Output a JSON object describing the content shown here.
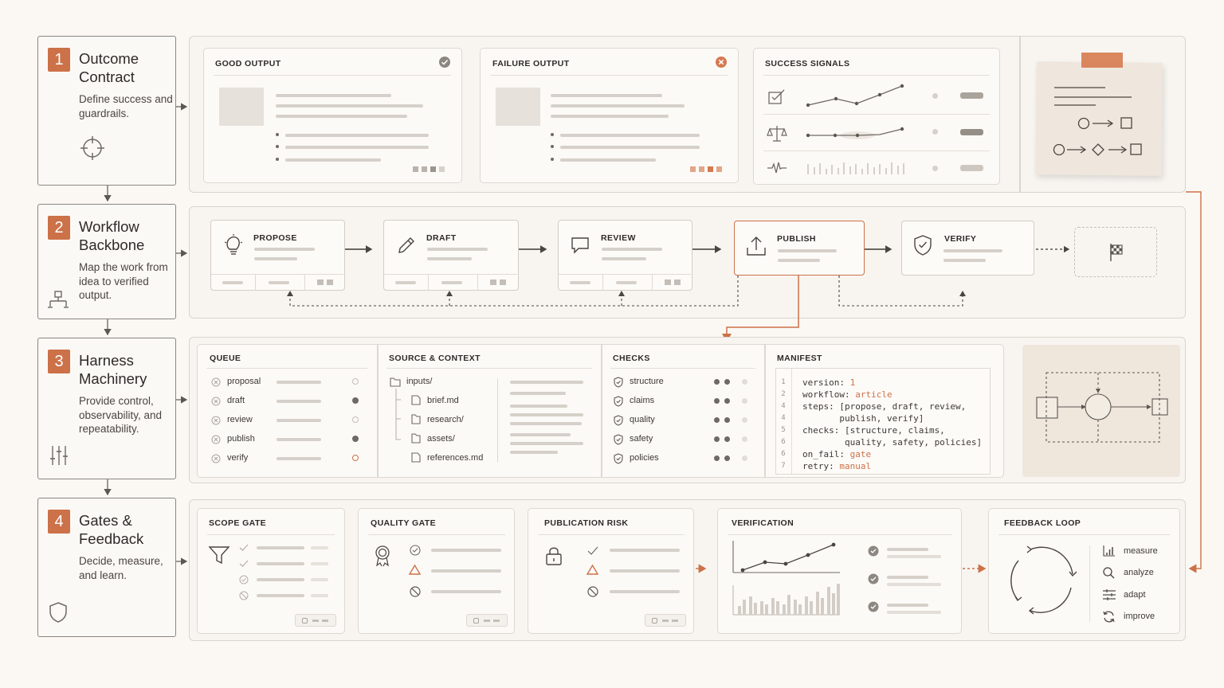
{
  "stages": [
    {
      "num": "1",
      "title": "Outcome Contract",
      "desc": "Define success and guardrails.",
      "icon": "crosshair-icon"
    },
    {
      "num": "2",
      "title": "Workflow Backbone",
      "desc": "Map the work from idea to verified output.",
      "icon": "hierarchy-icon"
    },
    {
      "num": "3",
      "title": "Harness Machinery",
      "desc": "Provide control, observability, and repeatability.",
      "icon": "sliders-icon"
    },
    {
      "num": "4",
      "title": "Gates & Feedback",
      "desc": "Decide, measure, and learn.",
      "icon": "shield-icon"
    }
  ],
  "outcome": {
    "good_output": "GOOD OUTPUT",
    "failure_output": "FAILURE OUTPUT",
    "success_signals": "SUCCESS SIGNALS"
  },
  "workflow": {
    "steps": [
      "PROPOSE",
      "DRAFT",
      "REVIEW",
      "PUBLISH",
      "VERIFY"
    ]
  },
  "harness": {
    "queue": {
      "title": "QUEUE",
      "items": [
        "proposal",
        "draft",
        "review",
        "publish",
        "verify"
      ]
    },
    "source": {
      "title": "SOURCE & CONTEXT",
      "root": "inputs/",
      "items": [
        "brief.md",
        "research/",
        "assets/",
        "references.md"
      ]
    },
    "checks": {
      "title": "CHECKS",
      "items": [
        "structure",
        "claims",
        "quality",
        "safety",
        "policies"
      ]
    },
    "manifest": {
      "title": "MANIFEST",
      "line_numbers": [
        "1",
        "2",
        "4",
        "4",
        "5",
        "6",
        "6",
        "7"
      ],
      "lines": [
        [
          "version: ",
          "1"
        ],
        [
          "workflow: ",
          "article"
        ],
        [
          "steps: [propose, draft, review,",
          ""
        ],
        [
          "       publish, verify]",
          ""
        ],
        [
          "checks: [structure, claims,",
          ""
        ],
        [
          "        quality, safety, policies]",
          ""
        ],
        [
          "on_fail: ",
          "gate"
        ],
        [
          "retry: ",
          "manual"
        ]
      ]
    }
  },
  "gates": {
    "scope_gate": "SCOPE GATE",
    "quality_gate": "QUALITY GATE",
    "publication_risk": "PUBLICATION RISK",
    "verification": "VERIFICATION",
    "feedback_loop": {
      "title": "FEEDBACK LOOP",
      "items": [
        "measure",
        "analyze",
        "adapt",
        "improve"
      ]
    }
  },
  "colors": {
    "accent": "#cc7148",
    "border": "#8a8580",
    "background": "#fbf8f3"
  }
}
